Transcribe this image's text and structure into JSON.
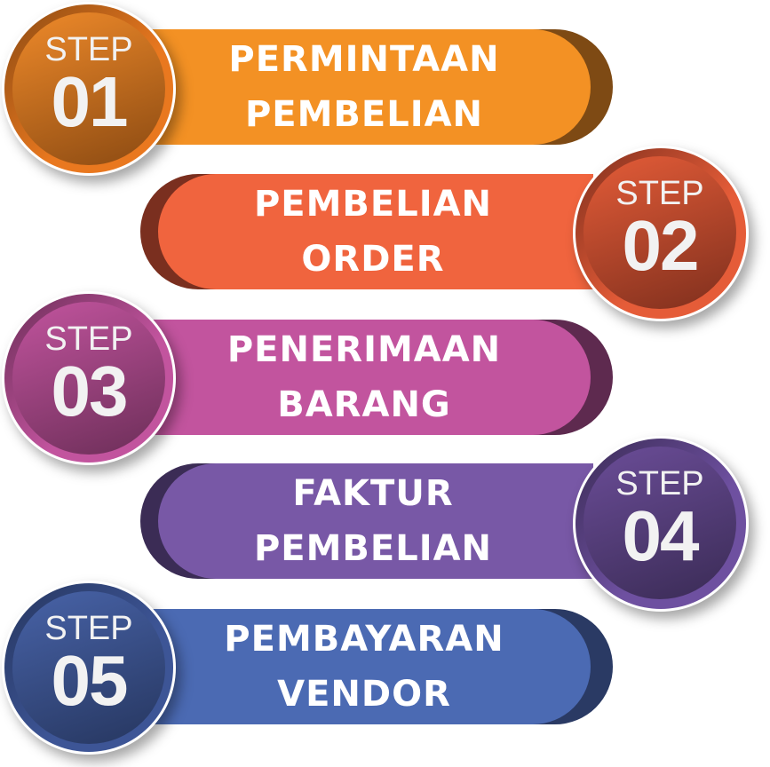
{
  "steps": [
    {
      "label": "STEP",
      "number": "01",
      "line1": "PERMINTAAN",
      "line2": "PEMBELIAN",
      "side": "left",
      "bar": "#f39124",
      "barDark": "#7e4a14",
      "circLight": "#ef8a2a",
      "circDark": "#8b4a12",
      "ring": "#e9781f"
    },
    {
      "label": "STEP",
      "number": "02",
      "line1": "PEMBELIAN",
      "line2": "ORDER",
      "side": "right",
      "bar": "#f0643e",
      "barDark": "#7a2f1f",
      "circLight": "#e45c38",
      "circDark": "#7f2f1d",
      "ring": "#e55c38"
    },
    {
      "label": "STEP",
      "number": "03",
      "line1": "PENERIMAAN",
      "line2": "BARANG",
      "side": "left",
      "bar": "#c2549e",
      "barDark": "#5e2a4f",
      "circLight": "#c2549e",
      "circDark": "#6c2e58",
      "ring": "#c2549e"
    },
    {
      "label": "STEP",
      "number": "04",
      "line1": "FAKTUR",
      "line2": "PEMBELIAN",
      "side": "right",
      "bar": "#7858a6",
      "barDark": "#3b2c55",
      "circLight": "#6b4d98",
      "circDark": "#3a2b55",
      "ring": "#6e50a0"
    },
    {
      "label": "STEP",
      "number": "05",
      "line1": "PEMBAYARAN",
      "line2": "VENDOR",
      "side": "left",
      "bar": "#4b6ab3",
      "barDark": "#2a3a64",
      "circLight": "#4863a8",
      "circDark": "#26365f",
      "ring": "#3d5596"
    }
  ]
}
